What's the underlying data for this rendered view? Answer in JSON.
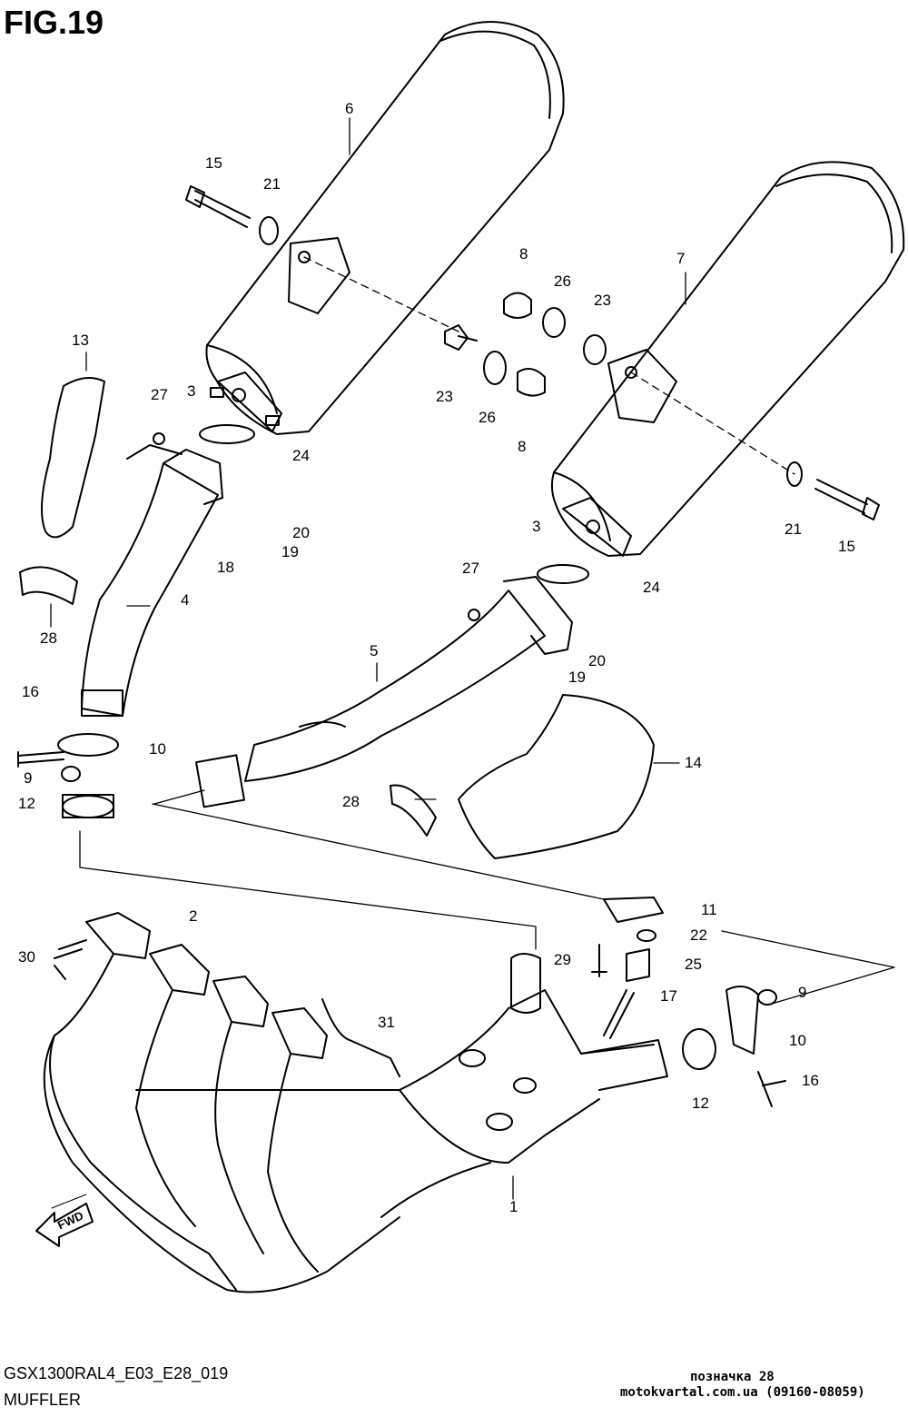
{
  "figure": {
    "title": "FIG.19"
  },
  "footer": {
    "model_code": "GSX1300RAL4_E03_E28_019",
    "section_name": "MUFFLER"
  },
  "watermark": {
    "line1": "позначка 28",
    "line2": "motokvartal.com.ua (09160-08059)"
  },
  "fwd_badge": "FWD",
  "callouts": [
    "6",
    "15",
    "21",
    "8",
    "26",
    "23",
    "7",
    "23",
    "26",
    "8",
    "13",
    "27",
    "3",
    "24",
    "20",
    "19",
    "18",
    "4",
    "28",
    "3",
    "27",
    "24",
    "21",
    "15",
    "5",
    "20",
    "19",
    "16",
    "10",
    "9",
    "12",
    "14",
    "28",
    "2",
    "30",
    "11",
    "22",
    "29",
    "25",
    "17",
    "31",
    "9",
    "10",
    "16",
    "12",
    "1"
  ]
}
